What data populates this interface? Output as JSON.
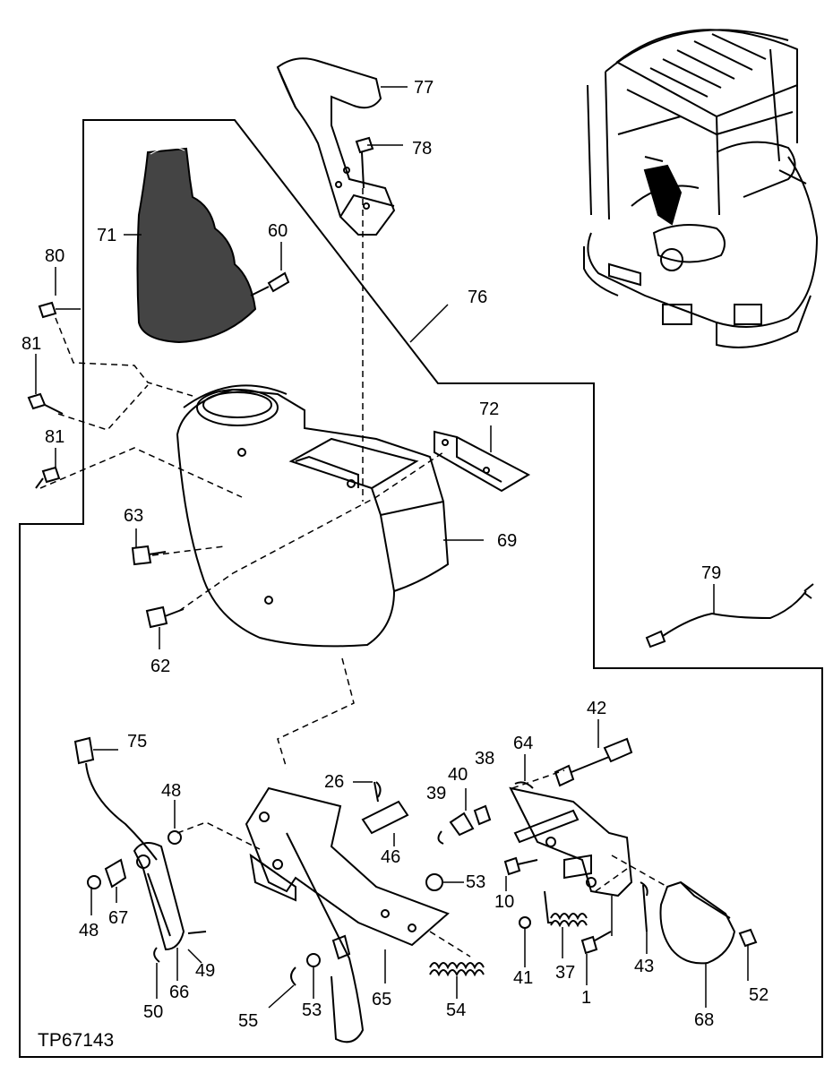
{
  "figure_id": "TP67143",
  "parts": [
    {
      "id": "p77",
      "number": "77"
    },
    {
      "id": "p78",
      "number": "78"
    },
    {
      "id": "p71",
      "number": "71"
    },
    {
      "id": "p60",
      "number": "60"
    },
    {
      "id": "p80",
      "number": "80"
    },
    {
      "id": "p76",
      "number": "76"
    },
    {
      "id": "p81a",
      "number": "81"
    },
    {
      "id": "p81b",
      "number": "81"
    },
    {
      "id": "p72",
      "number": "72"
    },
    {
      "id": "p63",
      "number": "63"
    },
    {
      "id": "p69",
      "number": "69"
    },
    {
      "id": "p62",
      "number": "62"
    },
    {
      "id": "p79",
      "number": "79"
    },
    {
      "id": "p75",
      "number": "75"
    },
    {
      "id": "p42",
      "number": "42"
    },
    {
      "id": "p64",
      "number": "64"
    },
    {
      "id": "p38",
      "number": "38"
    },
    {
      "id": "p40",
      "number": "40"
    },
    {
      "id": "p26",
      "number": "26"
    },
    {
      "id": "p39",
      "number": "39"
    },
    {
      "id": "p48a",
      "number": "48"
    },
    {
      "id": "p46",
      "number": "46"
    },
    {
      "id": "p53a",
      "number": "53"
    },
    {
      "id": "p10",
      "number": "10"
    },
    {
      "id": "p48b",
      "number": "48"
    },
    {
      "id": "p67",
      "number": "67"
    },
    {
      "id": "p49",
      "number": "49"
    },
    {
      "id": "p41",
      "number": "41"
    },
    {
      "id": "p37",
      "number": "37"
    },
    {
      "id": "p43",
      "number": "43"
    },
    {
      "id": "p52",
      "number": "52"
    },
    {
      "id": "p50",
      "number": "50"
    },
    {
      "id": "p66",
      "number": "66"
    },
    {
      "id": "p55",
      "number": "55"
    },
    {
      "id": "p53b",
      "number": "53"
    },
    {
      "id": "p65",
      "number": "65"
    },
    {
      "id": "p54",
      "number": "54"
    },
    {
      "id": "p1",
      "number": "1"
    },
    {
      "id": "p68",
      "number": "68"
    }
  ]
}
